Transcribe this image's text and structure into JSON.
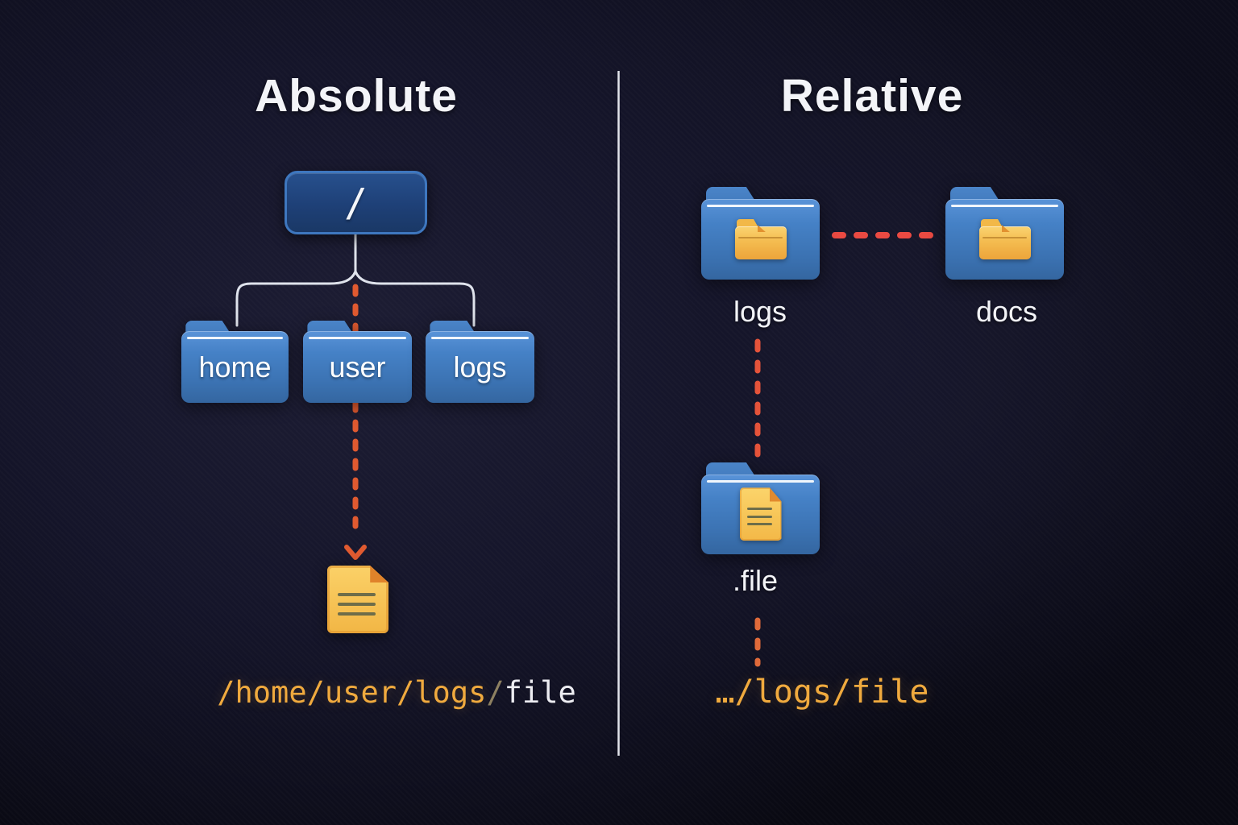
{
  "left": {
    "title": "Absolute",
    "root_label": "/",
    "folders": [
      {
        "label": "home"
      },
      {
        "label": "user"
      },
      {
        "label": "logs"
      }
    ],
    "path": {
      "base": "/home/user/logs",
      "separator": "/",
      "file": "file"
    }
  },
  "right": {
    "title": "Relative",
    "folders": [
      {
        "label": "logs"
      },
      {
        "label": "docs"
      }
    ],
    "file_folder_label": ".file",
    "path": "…/logs/file"
  },
  "colors": {
    "background": "#0d0d1b",
    "folder_blue": "#4581c6",
    "root_node_fill": "#1e4077",
    "root_node_border": "#3e77bf",
    "connector_white": "#dfe3ec",
    "dotted_orange": "#e05a30",
    "dotted_red": "#ea4a42",
    "path_gold": "#f0aa3e",
    "path_file_white": "#ededf2",
    "file_yellow": "#f3b847"
  }
}
